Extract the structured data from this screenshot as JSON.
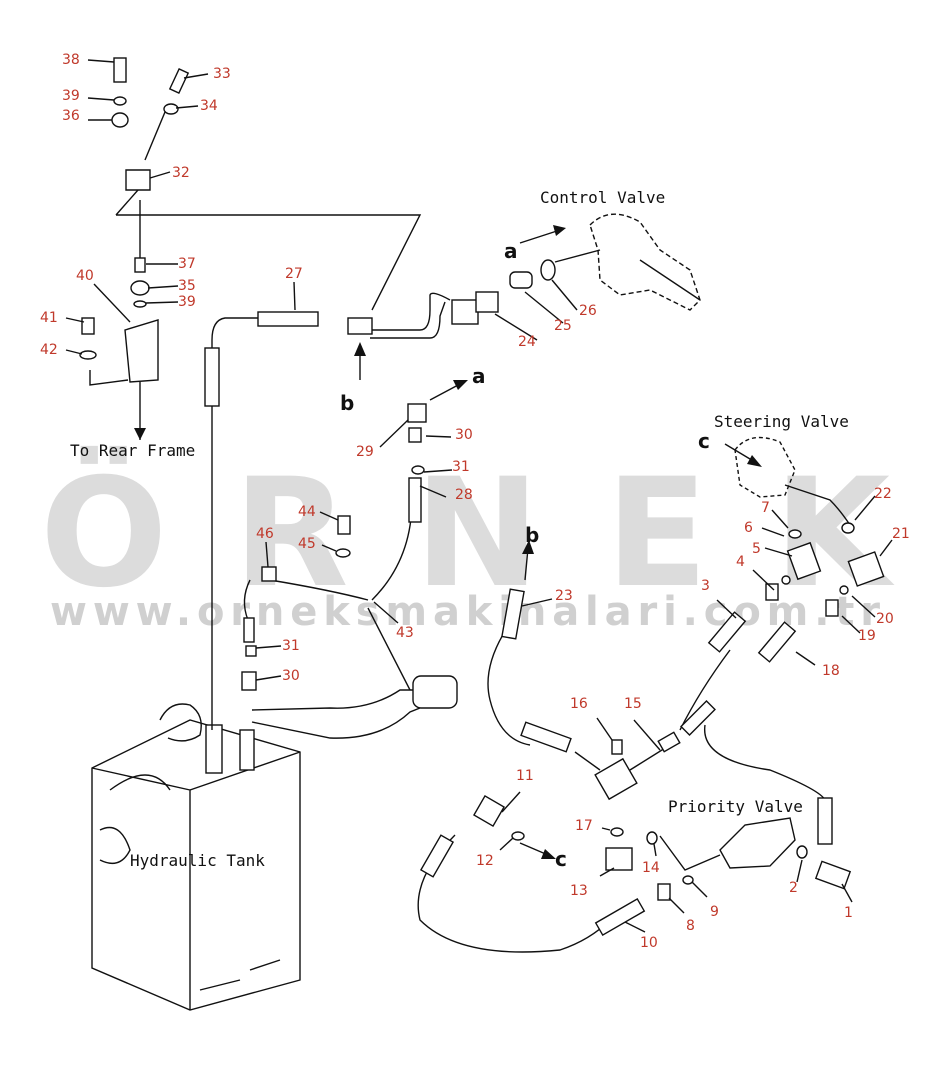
{
  "watermark": {
    "brand": "ÖRNEK",
    "url": "www.orneksmakinalari.com.tr"
  },
  "components": {
    "control_valve": "Control Valve",
    "steering_valve": "Steering Valve",
    "priority_valve": "Priority Valve",
    "hydraulic_tank": "Hydraulic Tank",
    "rear_frame": "To Rear Frame"
  },
  "connectors": {
    "a": "a",
    "b": "b",
    "c": "c"
  },
  "part_numbers": [
    "1",
    "2",
    "3",
    "4",
    "5",
    "6",
    "7",
    "8",
    "9",
    "10",
    "11",
    "12",
    "13",
    "14",
    "15",
    "16",
    "17",
    "18",
    "19",
    "20",
    "21",
    "22",
    "23",
    "24",
    "25",
    "26",
    "27",
    "28",
    "29",
    "30",
    "31",
    "32",
    "33",
    "34",
    "35",
    "36",
    "37",
    "38",
    "39",
    "40",
    "41",
    "42",
    "43",
    "44",
    "45",
    "46"
  ]
}
